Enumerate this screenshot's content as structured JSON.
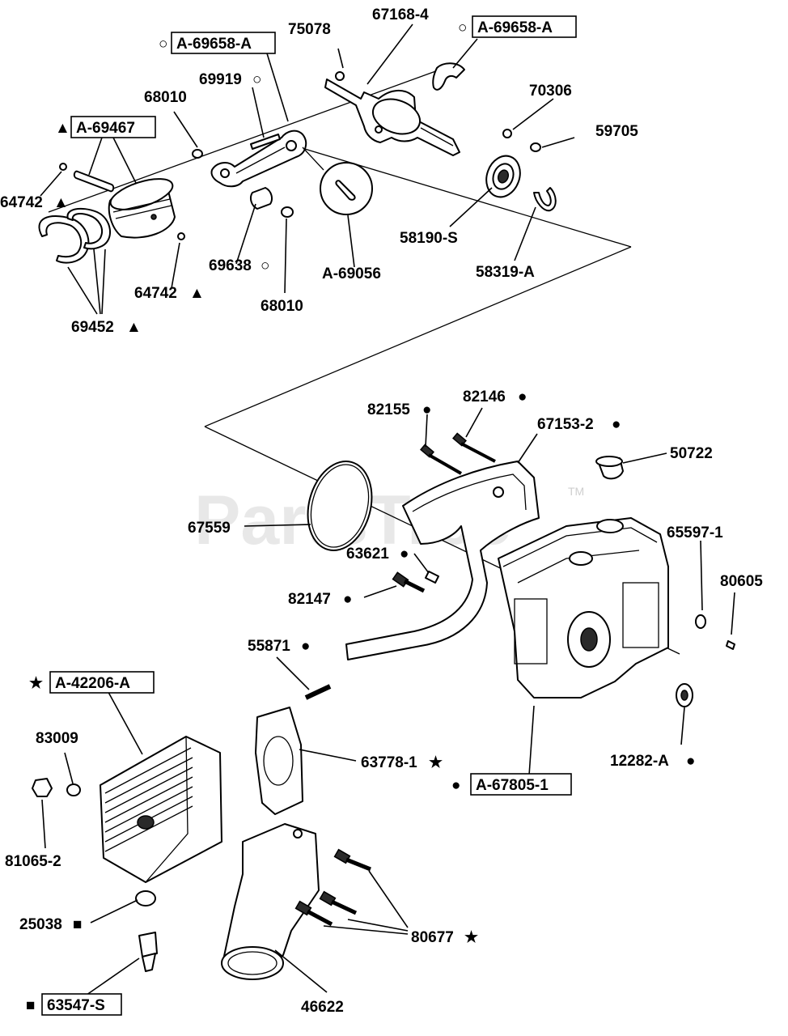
{
  "watermark": {
    "text": "PartsTree",
    "tm": "TM"
  },
  "labels": {
    "p75078": "75078",
    "p67168_4": "67168-4",
    "pA69658A_left": "A-69658-A",
    "pA69658A_right": "A-69658-A",
    "p69919": "69919",
    "p70306": "70306",
    "p68010_top": "68010",
    "p59705": "59705",
    "pA69467": "A-69467",
    "p64742_left": "64742",
    "p64742_mid": "64742",
    "p69638": "69638",
    "pA69056": "A-69056",
    "p58190S": "58190-S",
    "p58319A": "58319-A",
    "p68010_bot": "68010",
    "p69452": "69452",
    "p82146": "82146",
    "p82155": "82155",
    "p67153_2": "67153-2",
    "p50722": "50722",
    "p67559": "67559",
    "p65597_1": "65597-1",
    "p63621": "63621",
    "p80605": "80605",
    "p82147": "82147",
    "p55871": "55871",
    "pA42206A": "A-42206-A",
    "p83009": "83009",
    "p63778_1": "63778-1",
    "p12282A": "12282-A",
    "pA67805_1": "A-67805-1",
    "p81065_2": "81065-2",
    "p25038": "25038",
    "p80677": "80677",
    "pA63547S": "63547-S",
    "p46622": "46622"
  },
  "symbols": {
    "circle_open": "○",
    "circle_filled": "●",
    "triangle": "▲",
    "star": "★",
    "square": "■"
  }
}
